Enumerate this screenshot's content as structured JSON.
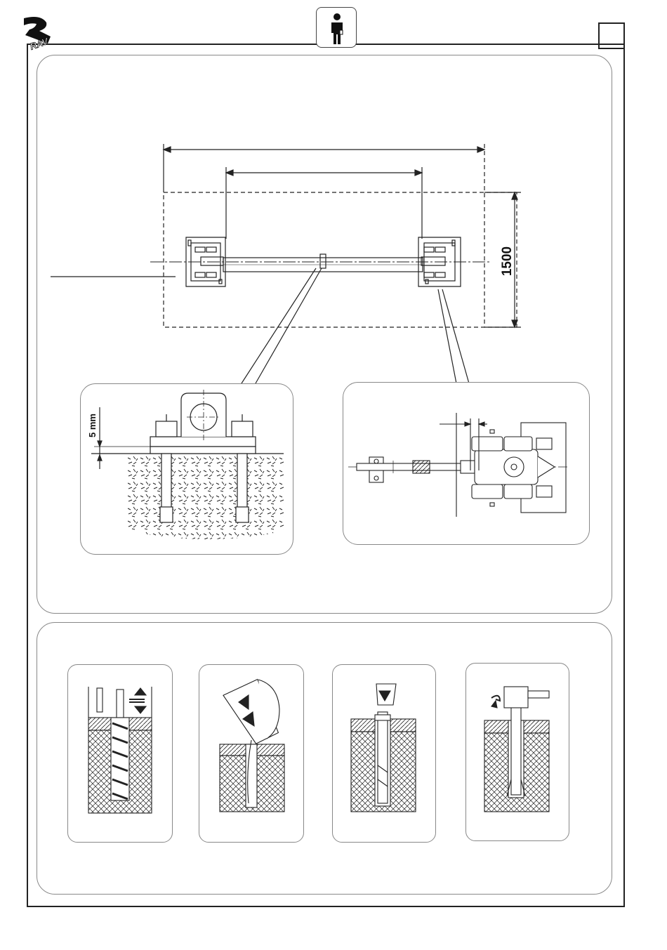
{
  "header": {
    "logo_text": "RAV",
    "operator_icon": "person-operator-icon",
    "page_box_text": ""
  },
  "layout_panel": {
    "dimension_width_label": "1500",
    "detail_left_gap_label": "5 mm"
  },
  "anchor_steps": [
    {
      "id": 1,
      "icon": "drill-hole-icon"
    },
    {
      "id": 2,
      "icon": "blow-out-dust-icon"
    },
    {
      "id": 3,
      "icon": "hammer-anchor-icon"
    },
    {
      "id": 4,
      "icon": "tighten-nut-icon"
    }
  ],
  "colors": {
    "line": "#222222",
    "panel_border": "#888888"
  }
}
